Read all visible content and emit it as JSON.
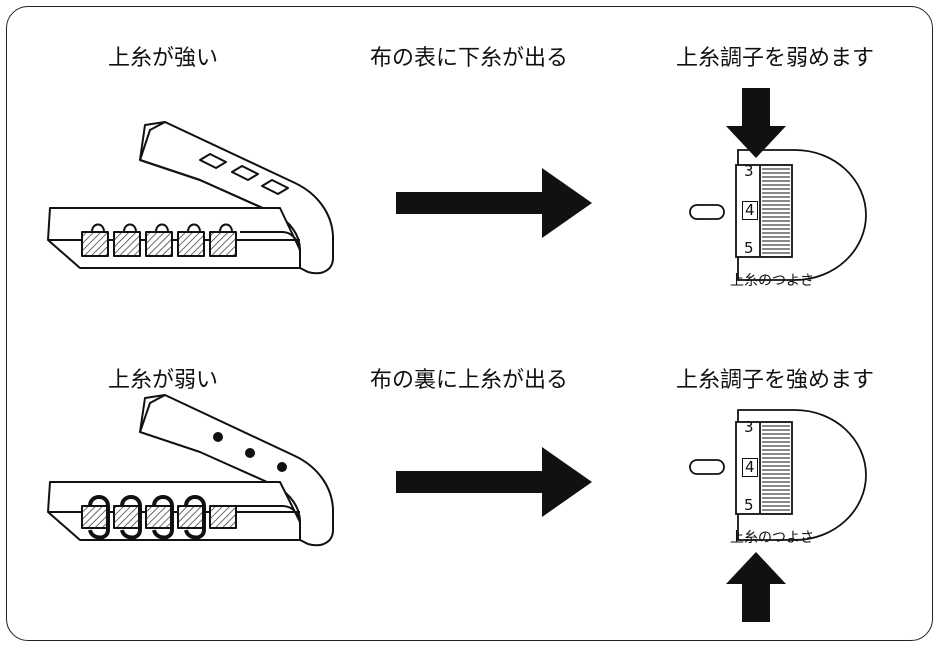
{
  "rows": [
    {
      "condition": "上糸が強い",
      "symptom": "布の表に下糸が出る",
      "action": "上糸調子を弱めます",
      "dial": {
        "top": "3",
        "current": "4",
        "bottom": "5",
        "caption": "上糸のつよさ"
      }
    },
    {
      "condition": "上糸が弱い",
      "symptom": "布の裏に上糸が出る",
      "action": "上糸調子を強めます",
      "dial": {
        "top": "3",
        "current": "4",
        "bottom": "5",
        "caption": "上糸のつよさ"
      }
    }
  ],
  "colors": {
    "ink": "#111111",
    "hatch": "#555555",
    "paper": "#ffffff"
  }
}
